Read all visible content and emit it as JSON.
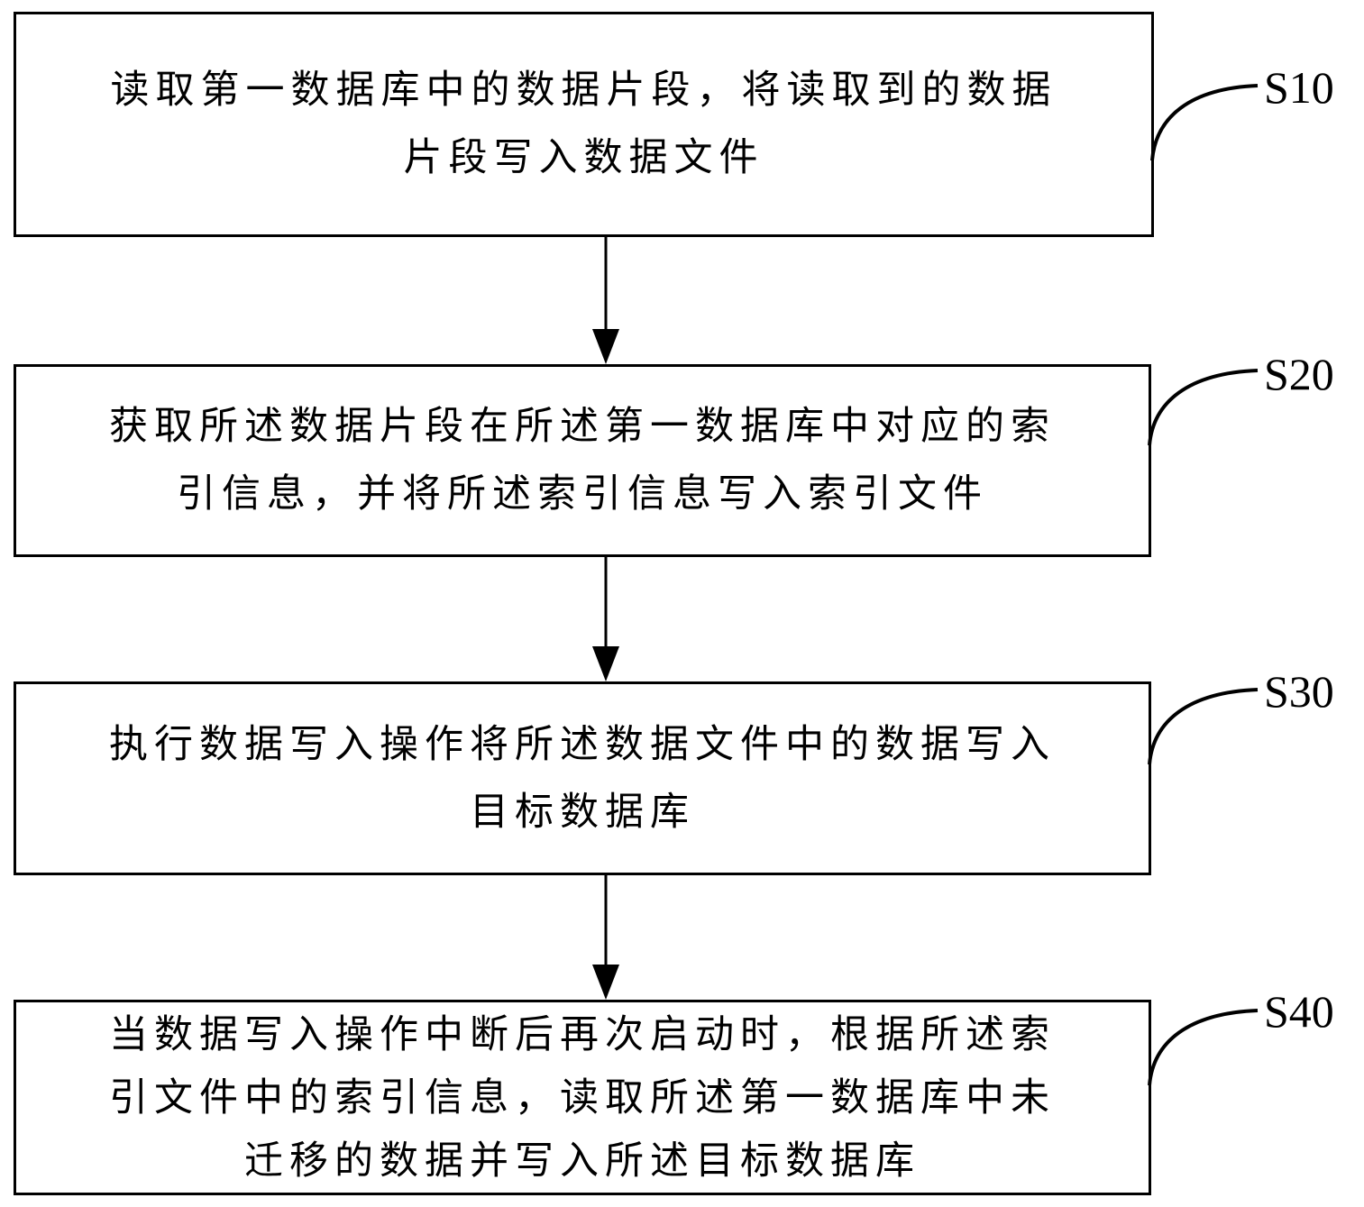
{
  "flowchart": {
    "steps": [
      {
        "id": "S10",
        "label": "S10",
        "text": "读取第一数据库中的数据片段，将读取到的数据\n片段写入数据文件"
      },
      {
        "id": "S20",
        "label": "S20",
        "text": "获取所述数据片段在所述第一数据库中对应的索\n引信息，并将所述索引信息写入索引文件"
      },
      {
        "id": "S30",
        "label": "S30",
        "text": "执行数据写入操作将所述数据文件中的数据写入\n目标数据库"
      },
      {
        "id": "S40",
        "label": "S40",
        "text": "当数据写入操作中断后再次启动时，根据所述索\n引文件中的索引信息，读取所述第一数据库中未\n迁移的数据并写入所述目标数据库"
      }
    ],
    "connections": [
      {
        "from": "S10",
        "to": "S20"
      },
      {
        "from": "S20",
        "to": "S30"
      },
      {
        "from": "S30",
        "to": "S40"
      }
    ]
  }
}
